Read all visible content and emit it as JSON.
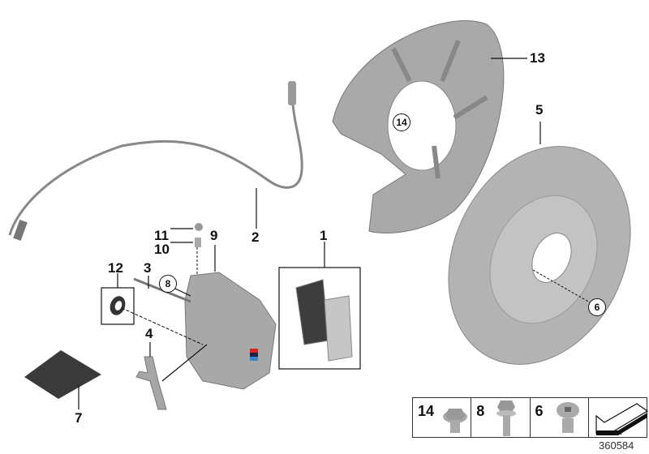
{
  "diagram": {
    "type": "exploded-parts-diagram",
    "figure_id": "360584",
    "callouts": [
      {
        "id": "1",
        "label": "1",
        "part": "brake-pad-set",
        "circled": false
      },
      {
        "id": "2",
        "label": "2",
        "part": "brake-wear-sensor",
        "circled": false
      },
      {
        "id": "3",
        "label": "3",
        "part": "guide-pin",
        "circled": false
      },
      {
        "id": "4",
        "label": "4",
        "part": "anti-rattle-spring",
        "circled": false
      },
      {
        "id": "5",
        "label": "5",
        "part": "brake-disc",
        "circled": false
      },
      {
        "id": "6",
        "label": "6",
        "part": "disc-screw",
        "circled": true
      },
      {
        "id": "7",
        "label": "7",
        "part": "cover-cap",
        "circled": false
      },
      {
        "id": "8",
        "label": "8",
        "part": "caliper-bolt",
        "circled": true
      },
      {
        "id": "9",
        "label": "9",
        "part": "brake-caliper",
        "circled": false
      },
      {
        "id": "10",
        "label": "10",
        "part": "bleeder-valve",
        "circled": false
      },
      {
        "id": "11",
        "label": "11",
        "part": "dust-cap",
        "circled": false
      },
      {
        "id": "12",
        "label": "12",
        "part": "seal-ring",
        "circled": false
      },
      {
        "id": "13",
        "label": "13",
        "part": "protection-plate",
        "circled": false
      },
      {
        "id": "14",
        "label": "14",
        "part": "hex-bolt",
        "circled": true
      }
    ],
    "legend": [
      {
        "label": "14",
        "part": "hex-flange-bolt"
      },
      {
        "label": "8",
        "part": "hex-bolt-with-washer"
      },
      {
        "label": "6",
        "part": "countersunk-screw"
      },
      {
        "label": "",
        "part": "direction-arrow"
      }
    ]
  }
}
